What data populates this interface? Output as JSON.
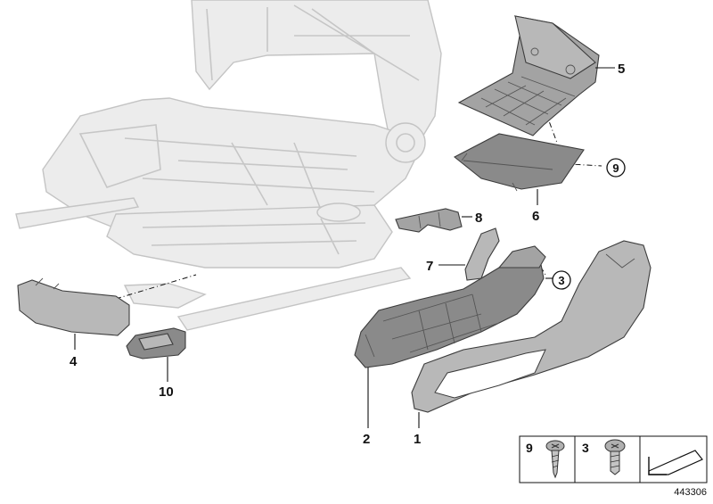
{
  "callouts": {
    "c1": "1",
    "c2": "2",
    "c3": "3",
    "c4": "4",
    "c5": "5",
    "c6": "6",
    "c7": "7",
    "c8": "8",
    "c9": "9",
    "c10": "10"
  },
  "legend": {
    "screw_9": "9",
    "screw_3": "3"
  },
  "diagram_number": "443306"
}
